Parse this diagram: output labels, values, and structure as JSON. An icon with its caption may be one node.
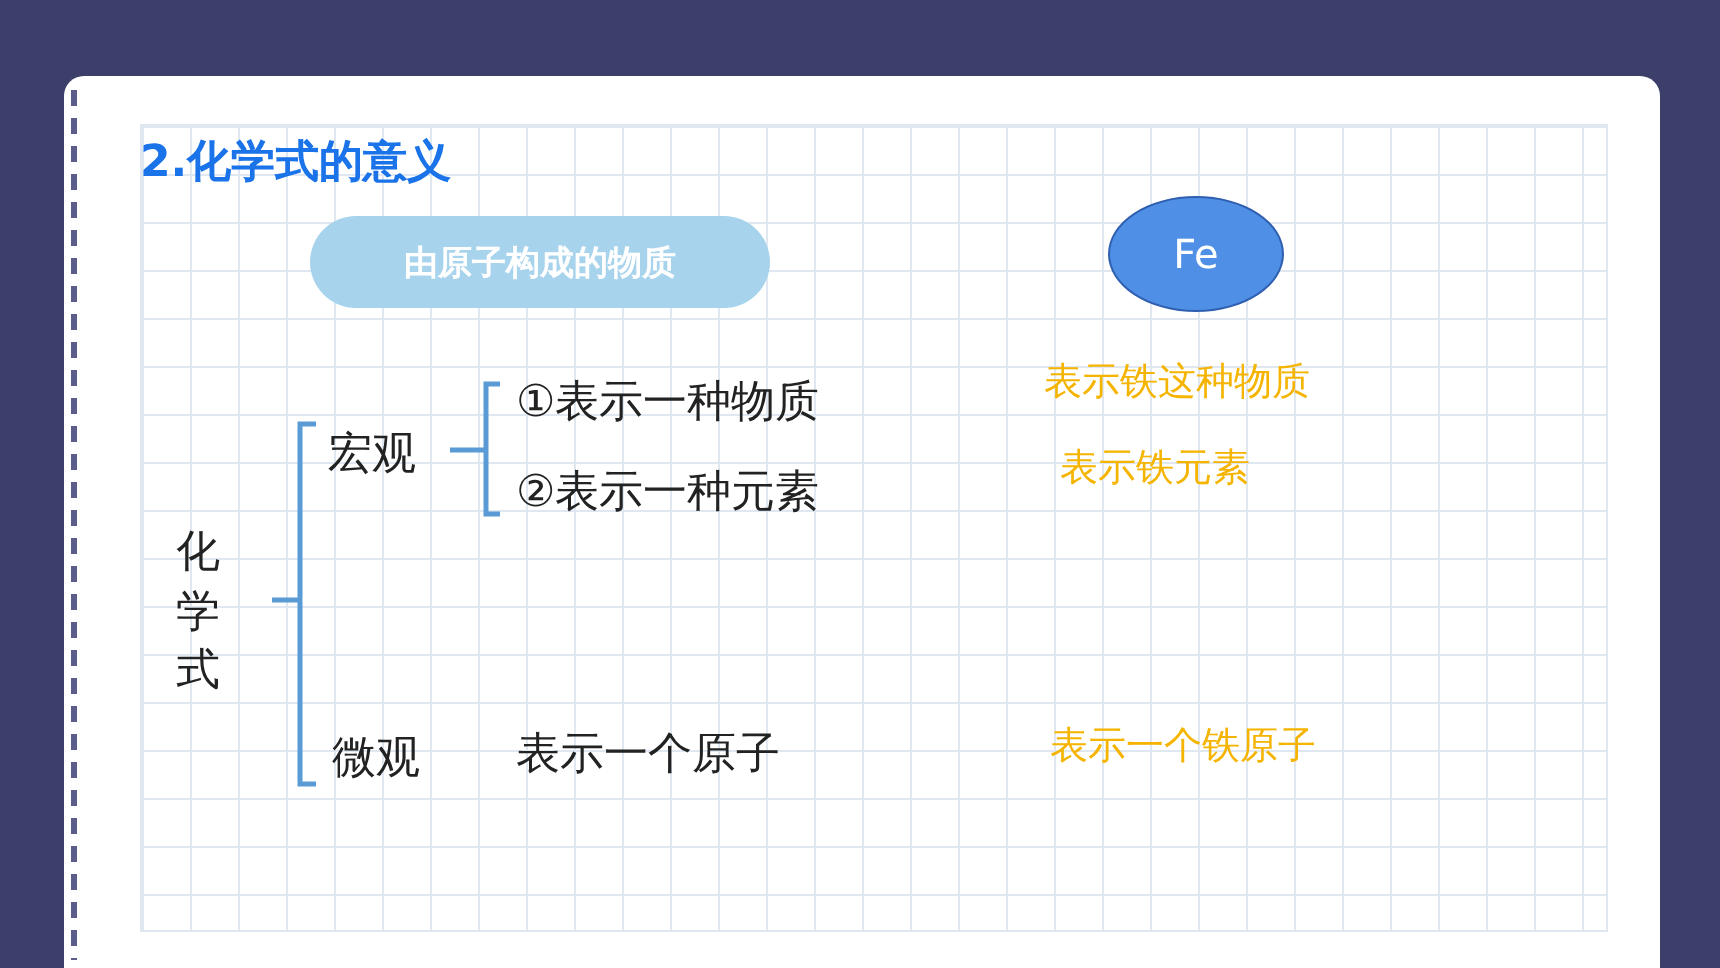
{
  "diagram": {
    "title": "2.化学式的意义",
    "nodes": [
      {
        "text": [
          "由原子构成的物质"
        ]
      },
      {
        "text": [
          "Fe"
        ]
      }
    ],
    "labels": [
      "表示铁这种物质",
      "①表示一种物质",
      "宏观",
      "表示铁元素",
      "②表示一种元素",
      "化学式",
      "表示一个铁原子",
      "微观",
      "表示一个原子"
    ]
  }
}
